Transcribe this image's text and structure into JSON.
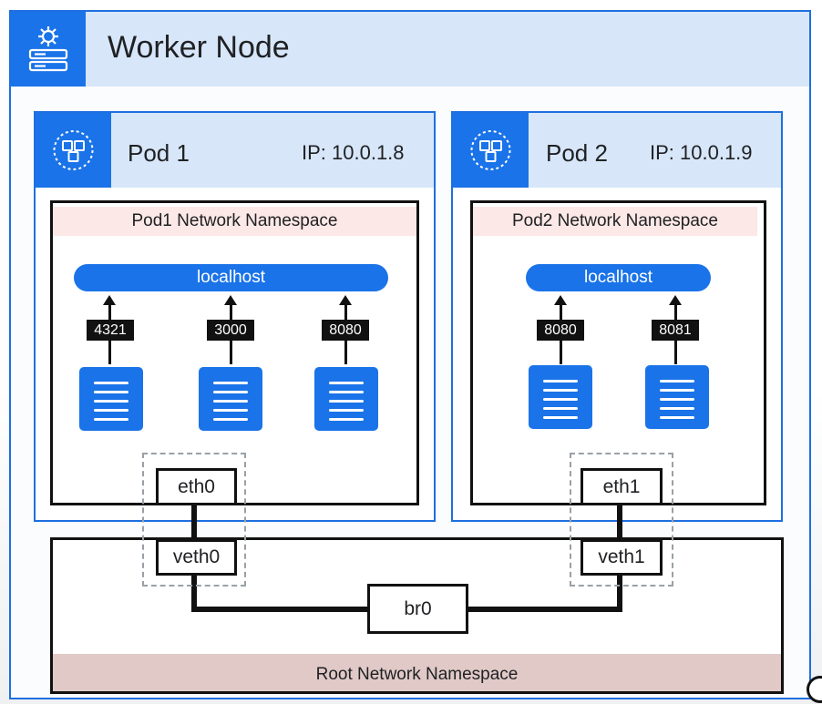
{
  "worker_node": {
    "title": "Worker Node",
    "icon": "server-gear-icon"
  },
  "pods": [
    {
      "name": "Pod 1",
      "ip": "IP: 10.0.1.8",
      "icon": "pod-icon",
      "namespace": "Pod1 Network Namespace",
      "localhost": "localhost",
      "ports": [
        "4321",
        "3000",
        "8080"
      ],
      "interface": "eth0"
    },
    {
      "name": "Pod 2",
      "ip": "IP: 10.0.1.9",
      "icon": "pod-icon",
      "namespace": "Pod2 Network Namespace",
      "localhost": "localhost",
      "ports": [
        "8080",
        "8081"
      ],
      "interface": "eth1"
    }
  ],
  "root": {
    "label": "Root Network Namespace",
    "veths": [
      "veth0",
      "veth1"
    ],
    "bridge": "br0"
  },
  "colors": {
    "accent": "#1a73e8",
    "header_bg": "#d7e7f9",
    "namespace_label_bg": "#fce8e6",
    "root_label_bg": "#e0c9c7"
  }
}
